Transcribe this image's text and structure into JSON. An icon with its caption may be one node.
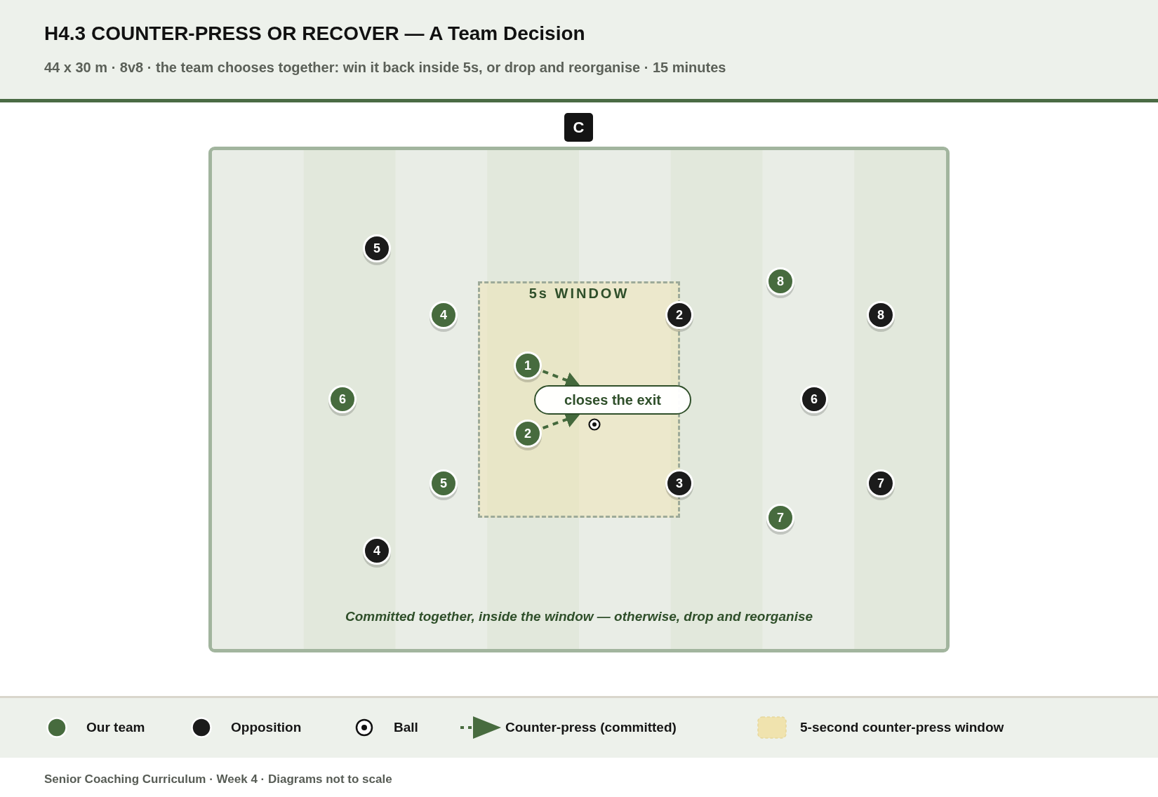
{
  "diagram": {
    "title": "H4.3 COUNTER-PRESS OR RECOVER — A Team Decision",
    "nodes": [
      {
        "text": [
          "C"
        ]
      },
      {
        "text": [
          "Committed together, inside the window — otherwise, drop and reorganise"
        ]
      },
      {
        "text": [
          "5"
        ],
        "in": 1
      },
      {
        "text": [
          "5s WINDOW"
        ],
        "in": 1
      },
      {
        "text": [
          "8"
        ],
        "in": 1
      },
      {
        "text": [
          "4"
        ],
        "in": 1
      },
      {
        "text": [
          "2"
        ],
        "in": 1
      },
      {
        "text": [
          "8"
        ],
        "in": 1
      },
      {
        "text": [
          "1"
        ],
        "in": 3
      },
      {
        "text": [
          "closes the exit"
        ],
        "in": 1
      },
      {
        "text": [
          "6"
        ],
        "in": 1
      },
      {
        "text": [
          "6"
        ],
        "in": 1
      },
      {
        "text": [
          "2"
        ],
        "in": 3
      },
      {
        "text": [
          "5"
        ],
        "in": 1
      },
      {
        "text": [
          "3"
        ],
        "in": 1
      },
      {
        "text": [
          "7"
        ],
        "in": 1
      },
      {
        "text": [
          "7"
        ],
        "in": 1
      },
      {
        "text": [
          "4"
        ],
        "in": 1
      }
    ],
    "edges": [
      {
        "from": 8,
        "to": 9,
        "arrow": "to",
        "style": "dashed"
      },
      {
        "from": 12,
        "to": 9,
        "arrow": "to",
        "style": "dashed"
      }
    ],
    "labels": [
      "44 x 30 m · 8v8 · the team chooses together: win it back inside 5s, or drop and reorganise · 15 minutes",
      "Senior Coaching Curriculum · Week 4 · Diagrams not to scale"
    ],
    "legend": [
      {
        "text": "Our team",
        "color": "#476b3e"
      },
      {
        "text": "Opposition",
        "color": "#1b1b1b"
      },
      {
        "text": "Ball"
      },
      {
        "text": "Counter-press (committed)"
      },
      {
        "text": "5-second counter-press window",
        "color": "#f0e3ae"
      }
    ]
  }
}
